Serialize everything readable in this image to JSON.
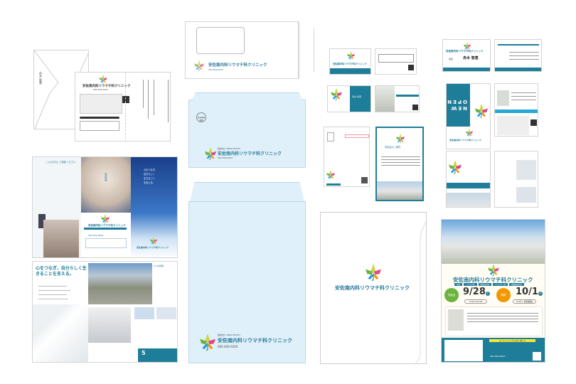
{
  "clinic": {
    "name": "安佐南内科リウマチ科クリニック",
    "corporation": "医療法人 MIRAI BOSHI",
    "phone": "082-849-6200",
    "tagline": "心をつなぎ、自分らしく生きることを支える。"
  },
  "brochure": {
    "consult_heading": "こんな方は ご相談ください",
    "features_heading": "5つの特徴",
    "feature_number": "5",
    "photo_caption": "安佐南",
    "slogan_lines": [
      "心をつなぎ、",
      "自分らしく",
      "生きること",
      "を支える。"
    ]
  },
  "business_card": {
    "person_name": "舟木 智恵",
    "role": "院長"
  },
  "new_open": {
    "label": "NEW OPEN"
  },
  "postcard": {
    "title": "内覧会のご案内"
  },
  "envelope": {
    "stamp": "料金後納郵便"
  },
  "flyer": {
    "event1_label": "内覧会",
    "event1_date": "9/28",
    "event1_day": "土",
    "event1_time": "9:00〜15:00",
    "event2_label": "開院",
    "event2_date": "10/1",
    "event2_day": "火",
    "event2_time": "9:00〜 診療開始",
    "departments": [
      "内科",
      "リウマチ科",
      "膠原病内科",
      "アレルギー科",
      "骨粗鬆症外来"
    ],
    "notice": "スーパードラッグひまわり隣です"
  },
  "colors": {
    "teal": "#1e7d98",
    "light_blue": "#dff0fa",
    "green": "#6db33f",
    "orange": "#f39800"
  }
}
